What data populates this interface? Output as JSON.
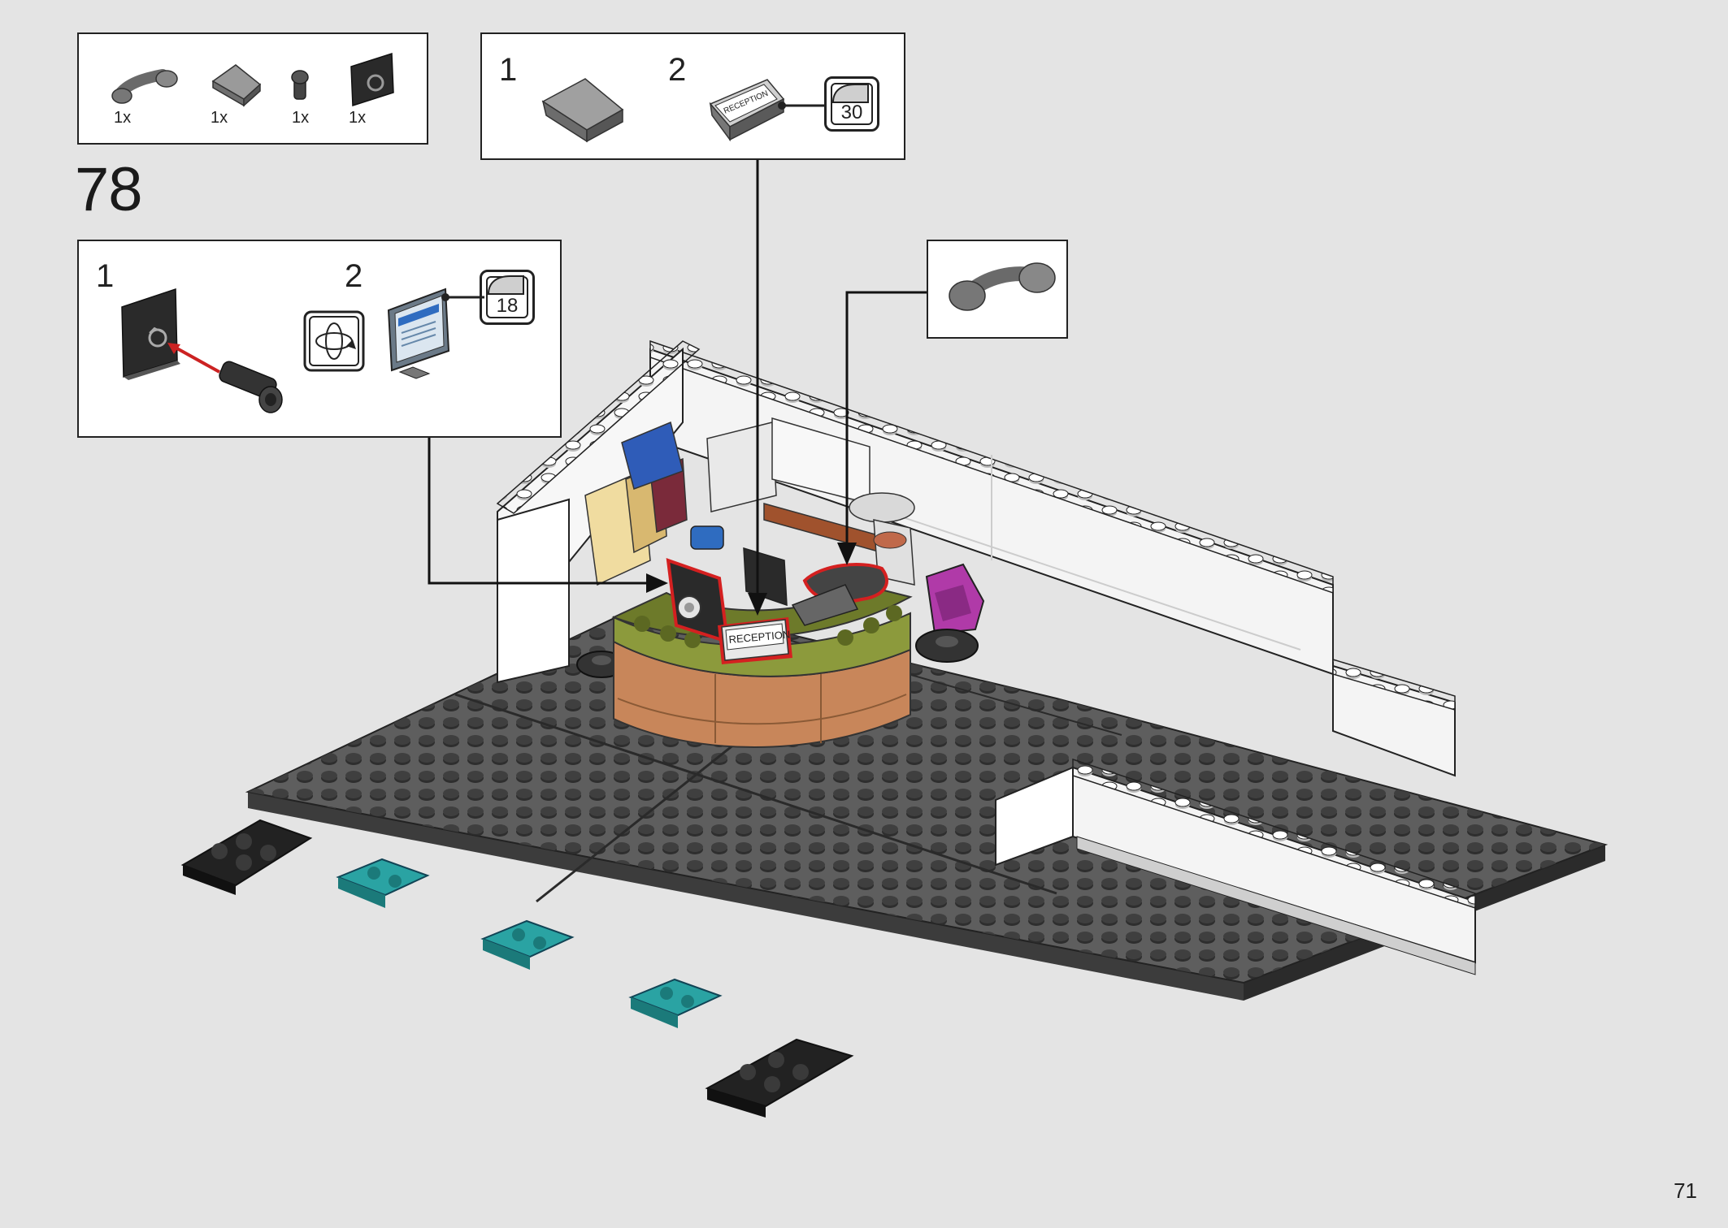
{
  "step": {
    "number": "78"
  },
  "page": {
    "number": "71"
  },
  "parts_list": {
    "items": [
      {
        "qty": "1x",
        "icon": "handset-piece-icon"
      },
      {
        "qty": "1x",
        "icon": "slope-tile-icon"
      },
      {
        "qty": "1x",
        "icon": "clip-piece-icon"
      },
      {
        "qty": "1x",
        "icon": "panel-with-clip-icon"
      }
    ]
  },
  "callout_top": {
    "step1_label": "1",
    "step2_label": "2",
    "sticker_text": "RECEPTION",
    "sticker_number": "30"
  },
  "callout_left": {
    "step1_label": "1",
    "step2_label": "2",
    "sticker_number": "18"
  },
  "main_model": {
    "desk_sticker_text": "RECEPTION"
  },
  "colors": {
    "background": "#e4e4e4",
    "baseplate": "#5a5a5a",
    "wall": "#ffffff",
    "desk_top": "#8c9a3c",
    "desk_front": "#c8865a",
    "highlight": "#d42020",
    "teal": "#2aa3a3",
    "magenta": "#b03aa8"
  }
}
